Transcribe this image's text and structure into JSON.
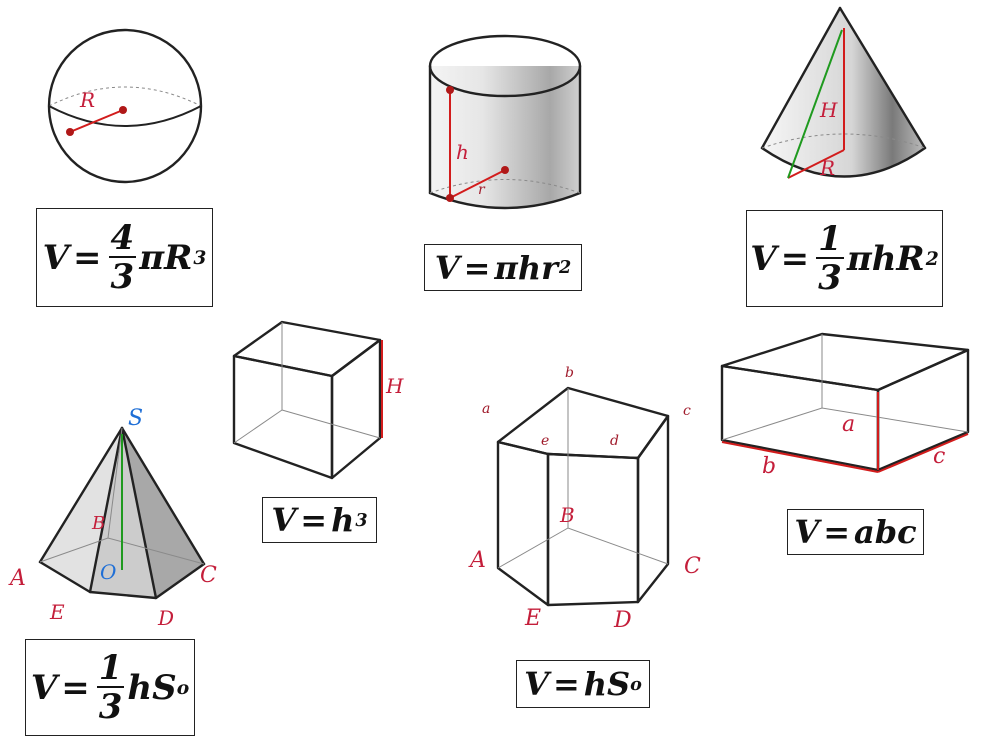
{
  "sphere": {
    "formula": {
      "v": "V",
      "eq": "=",
      "num": "4",
      "den": "3",
      "rest": "πR",
      "exp": "3"
    },
    "labels": {
      "radius": "R"
    }
  },
  "cylinder": {
    "formula": {
      "v": "V",
      "eq": "=",
      "rest": "πhr",
      "exp": "2"
    },
    "labels": {
      "height": "h",
      "radius": "r"
    }
  },
  "cone": {
    "formula": {
      "v": "V",
      "eq": "=",
      "num": "1",
      "den": "3",
      "rest": "πhR",
      "exp": "2"
    },
    "labels": {
      "height": "H",
      "radius": "R"
    }
  },
  "cube": {
    "formula": {
      "v": "V",
      "eq": "=",
      "rest": "h",
      "exp": "3"
    },
    "labels": {
      "height": "H"
    }
  },
  "pyramid": {
    "formula": {
      "v": "V",
      "eq": "=",
      "num": "1",
      "den": "3",
      "rest": "hS",
      "sub": "o"
    },
    "labels": {
      "apex": "S",
      "center": "O",
      "A": "A",
      "B": "B",
      "C": "C",
      "D": "D",
      "E": "E"
    }
  },
  "prism": {
    "formula": {
      "v": "V",
      "eq": "=",
      "rest": "hS",
      "sub": "o"
    },
    "labels": {
      "a": "a",
      "b": "b",
      "c": "c",
      "d": "d",
      "e": "e",
      "A": "A",
      "B": "B",
      "C": "C",
      "D": "D",
      "E": "E"
    }
  },
  "box": {
    "formula": {
      "v": "V",
      "eq": "=",
      "rest": "abc"
    },
    "labels": {
      "a": "a",
      "b": "b",
      "c": "c"
    }
  },
  "colors": {
    "label_red": "#c41e3a",
    "apex_blue": "#1f6fd6",
    "height_green": "#1f9a1f"
  }
}
